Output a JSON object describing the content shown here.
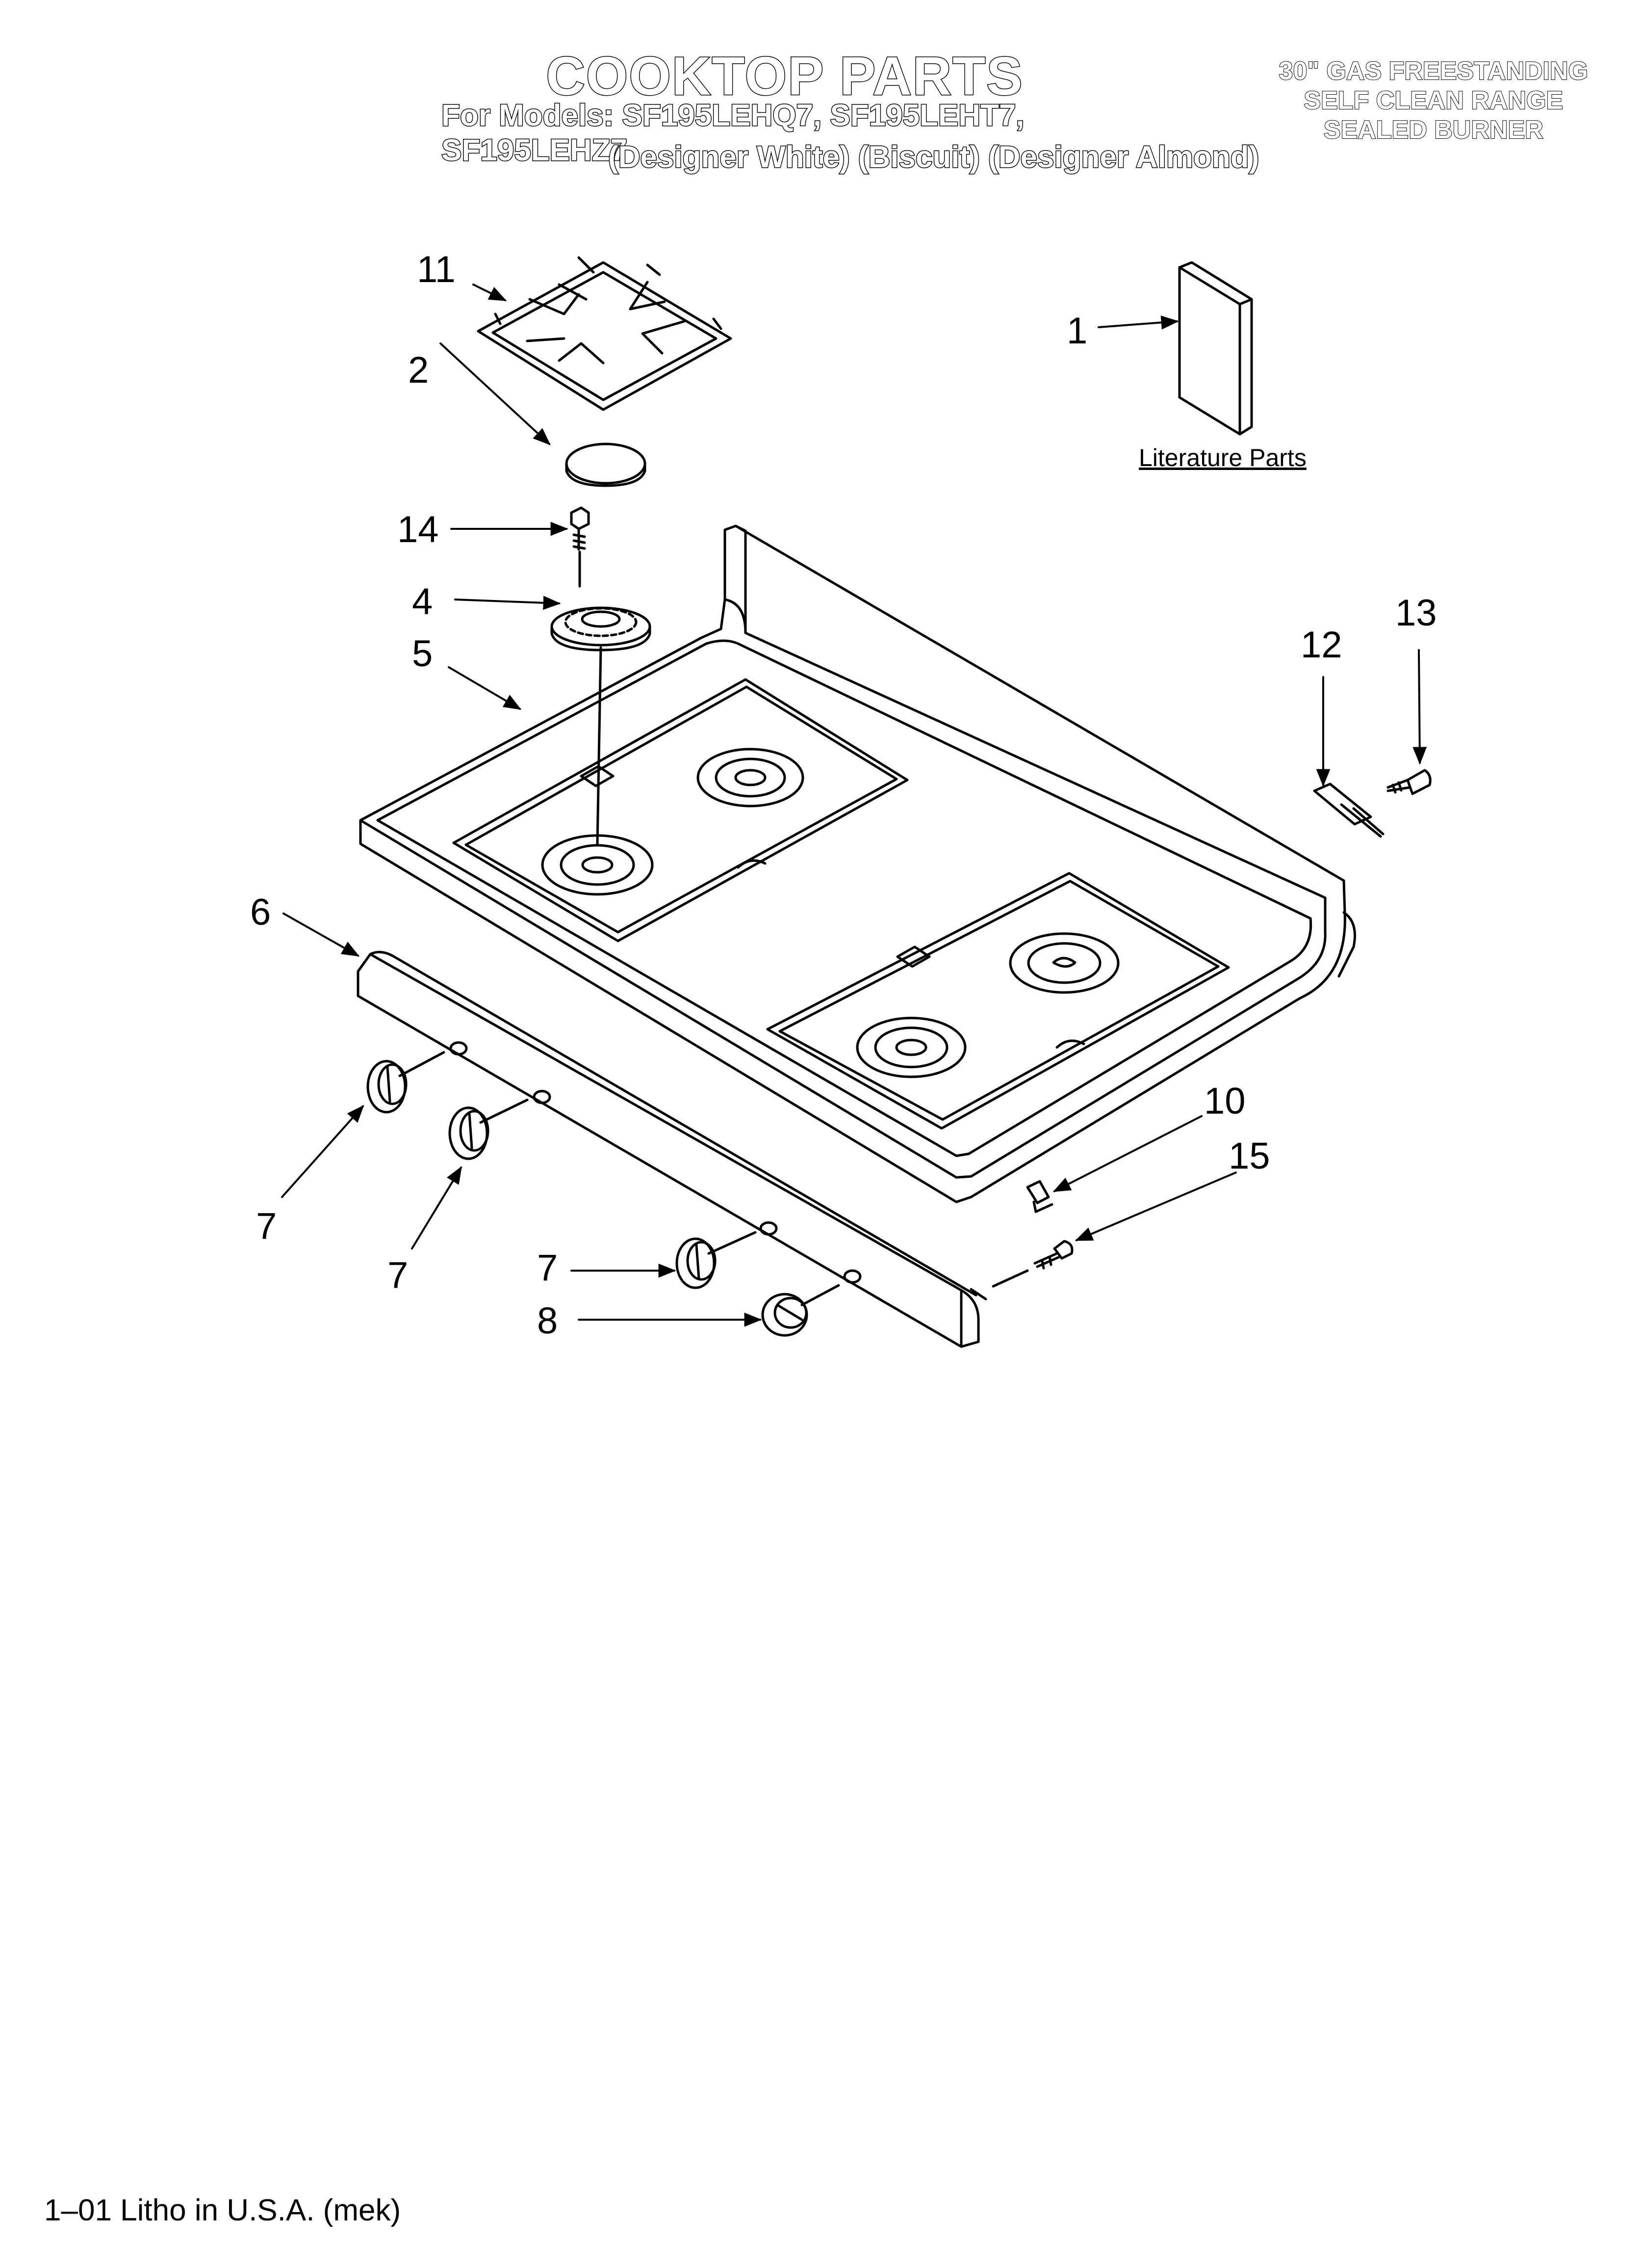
{
  "header": {
    "title": "COOKTOP PARTS",
    "models": "For Models: SF195LEHQ7, SF195LEHT7, SF195LEHZ7",
    "colors": "(Designer White)  (Biscuit)  (Designer Almond)",
    "range_lines": [
      "30\" GAS FREESTANDING",
      "SELF CLEAN RANGE",
      "SEALED BURNER"
    ]
  },
  "diagram": {
    "literature_label": "Literature Parts",
    "callouts": {
      "c1": "1",
      "c2": "2",
      "c4": "4",
      "c5": "5",
      "c6": "6",
      "c7a": "7",
      "c7b": "7",
      "c7c": "7",
      "c8": "8",
      "c10": "10",
      "c11": "11",
      "c12": "12",
      "c13": "13",
      "c14": "14",
      "c15": "15"
    }
  },
  "footer": "1–01 Litho in U.S.A. (mek)"
}
